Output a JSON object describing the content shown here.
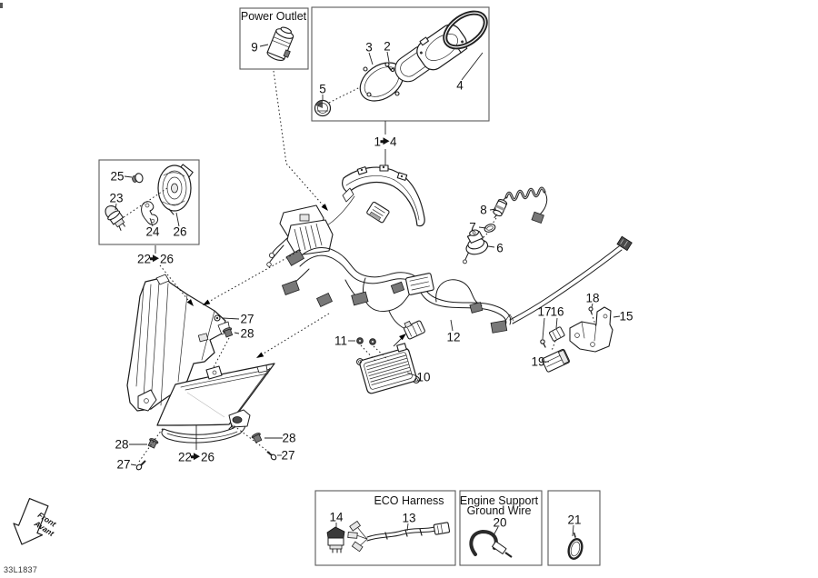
{
  "boxes": {
    "power_outlet": {
      "title": "Power Outlet"
    },
    "eco": {
      "title": "ECO Harness"
    },
    "engine_ground": {
      "line1": "Engine Support",
      "line2": "Ground Wire"
    }
  },
  "callouts": {
    "c9": "9",
    "c3": "3",
    "c2": "2",
    "c5": "5",
    "c4": "4",
    "c8": "8",
    "c7": "7",
    "c6": "6",
    "c25": "25",
    "c23": "23",
    "c24": "24",
    "c26": "26",
    "c27_mid": "27",
    "c28_mid": "28",
    "c11": "11",
    "c10": "10",
    "c12": "12",
    "c17": "17",
    "c16": "16",
    "c18": "18",
    "c15": "15",
    "c19": "19",
    "c28_left": "28",
    "c27_left": "27",
    "c28_right": "28",
    "c27_right": "27",
    "c14": "14",
    "c13": "13",
    "c20": "20",
    "c21": "21"
  },
  "ranges": {
    "r1_4": {
      "from": "1",
      "to": "4"
    },
    "r22_26_top": {
      "from": "22",
      "to": "26"
    },
    "r22_26_bottom": {
      "from": "22",
      "to": "26"
    }
  },
  "front_arrow": {
    "line1": "Front",
    "line2": "Avant"
  },
  "footer": {
    "code": "33L1837"
  },
  "colors": {
    "line": "#1c1c1c",
    "label": "#111111",
    "box_border": "#5a5a5a",
    "background": "#ffffff"
  }
}
